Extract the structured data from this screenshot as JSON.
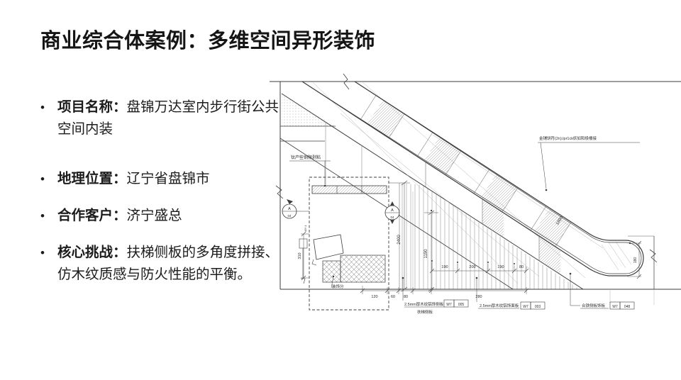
{
  "slide": {
    "title": "商业综合体案例：多维空间异形装饰",
    "bullet_char": "•",
    "bullets": [
      {
        "label": "项目名称：",
        "text": "盘锦万达室内步行街公共空间内装"
      },
      {
        "label": "地理位置：",
        "text": "辽宁省盘锦市"
      },
      {
        "label": "合作客户：",
        "text": "济宁盛总"
      },
      {
        "label": "核心挑战：",
        "text": "扶梯侧板的多角度拼接、仿木纹质感与防火性能的平衡。"
      }
    ]
  },
  "drawing": {
    "annotations": {
      "ceiling_note": "钛产些钢限剥粘",
      "handrail_note": "金铺饼符(2n).lpr1ck妖如阳极楼接",
      "bench_note": "装饰分",
      "side_panel_line1": "2.5mm厚木纹铝饰侧板",
      "side_panel_line2": "扶梯侧板",
      "face_panel_label": "2.5mm厚木纹铝饰面板",
      "step_panel_label": "合铁侧板饰板",
      "tag_prefix": "W7",
      "tag_side_panel": "005",
      "tag_face_panel": "003",
      "tag_step_panel": "048",
      "marker_top": "A",
      "marker_bottom": "04",
      "micro_note": "45*-1"
    },
    "dims": {
      "top_chain": [
        "190",
        "200",
        "190",
        "80"
      ],
      "bottom_chain": [
        "120",
        "60",
        "80",
        "280"
      ],
      "v_wall": "2400",
      "v_inner": "1190",
      "v_left": "310",
      "diag": "1800",
      "hook": "180"
    },
    "colors": {
      "line": "#3c3c3c",
      "hatch": "#bdbdbd",
      "background": "#ffffff"
    }
  }
}
